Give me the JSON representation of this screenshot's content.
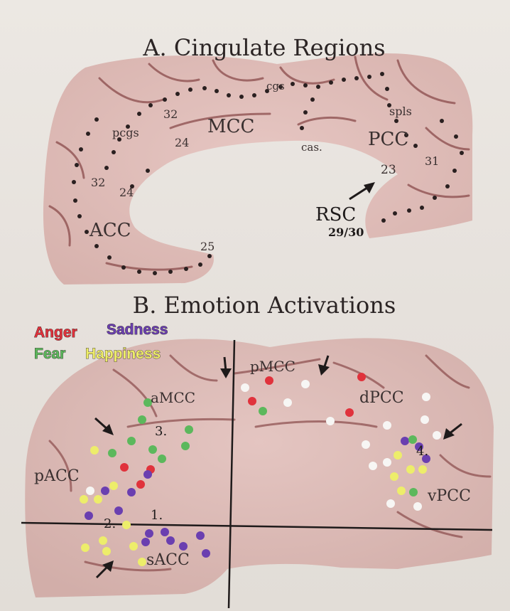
{
  "panel_a": {
    "title": "A. Cingulate Regions",
    "labels": {
      "cgs": "cgs",
      "pcgs": "pcgs",
      "area32_top": "32",
      "area24_top": "24",
      "mcc": "MCC",
      "cas": "cas.",
      "spls": "spls",
      "pcc": "PCC",
      "area31": "31",
      "area23": "23",
      "area32_left": "32",
      "area24_left": "24",
      "acc": "ACC",
      "area25": "25",
      "rsc": "RSC",
      "rsc_areas": "29/30"
    }
  },
  "panel_b": {
    "title": "B. Emotion Activations",
    "legend": {
      "anger": "Anger",
      "sadness": "Sadness",
      "fear": "Fear",
      "happiness": "Happiness"
    },
    "labels": {
      "amcc": "aMCC",
      "pmcc": "pMCC",
      "dpcc": "dPCC",
      "pacc": "pACC",
      "vpcc": "vPCC",
      "sacc": "sACC",
      "n1": "1.",
      "n2": "2.",
      "n3": "3.",
      "n4": "4."
    },
    "colors": {
      "anger": "#e0323c",
      "sadness": "#6a3fb0",
      "fear": "#5cb85c",
      "happiness": "#eded6a",
      "white": "#f7f6f4"
    }
  }
}
